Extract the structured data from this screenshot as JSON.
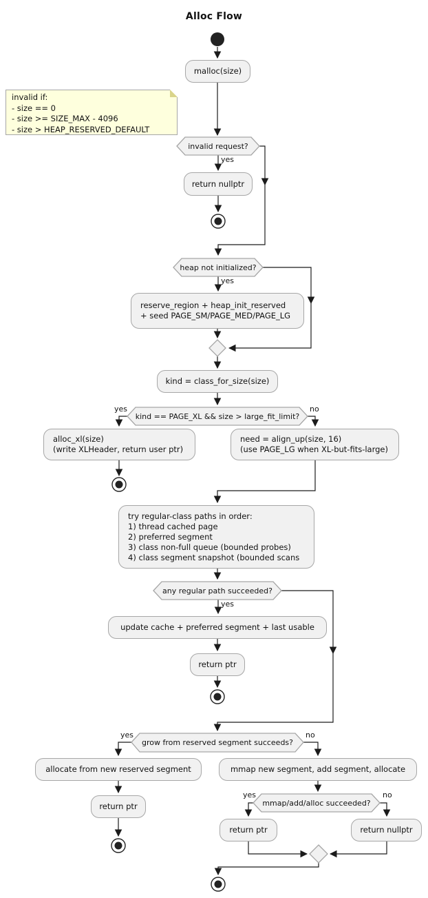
{
  "diagram": {
    "title": "Alloc Flow",
    "note": {
      "lines": [
        "invalid if:",
        "- size == 0",
        "- size >= SIZE_MAX - 4096",
        "- size > HEAP_RESERVED_DEFAULT"
      ]
    },
    "activities": {
      "malloc": "malloc(size)",
      "return_nullptr_top": "return nullptr",
      "init_lines": [
        "reserve_region + heap_init_reserved",
        "+ seed PAGE_SM/PAGE_MED/PAGE_LG"
      ],
      "kind": "kind = class_for_size(size)",
      "alloc_xl_lines": [
        "alloc_xl(size)",
        "(write XLHeader, return user ptr)"
      ],
      "need_lines": [
        "need = align_up(size, 16)",
        "(use PAGE_LG when XL-but-fits-large)"
      ],
      "try_lines": [
        "try regular-class paths in order:",
        "1) thread cached page",
        "2) preferred segment",
        "3) class non-full queue (bounded probes)",
        "4) class segment snapshot (bounded scans"
      ],
      "update": "update cache + preferred segment + last usable",
      "return_ptr_regular": "return ptr",
      "alloc_reserved": "allocate from new reserved segment",
      "return_ptr_reserved": "return ptr",
      "mmap": "mmap new segment, add segment, allocate",
      "return_ptr_mmap": "return ptr",
      "return_nullptr_mmap": "return nullptr"
    },
    "decisions": {
      "invalid_request": "invalid request?",
      "heap_not_initialized": "heap not initialized?",
      "kind_xl": "kind == PAGE_XL && size > large_fit_limit?",
      "any_regular": "any regular path succeeded?",
      "grow_reserved": "grow from reserved segment succeeds?",
      "mmap_ok": "mmap/add/alloc succeeded?"
    },
    "labels": {
      "yes": "yes",
      "no": "no"
    },
    "colors": {
      "node_bg": "#F1F1F1",
      "node_border": "#A6A6A6",
      "line": "#1B1B1B",
      "note_bg": "#FEFFDD",
      "terminal": "#222222"
    }
  }
}
